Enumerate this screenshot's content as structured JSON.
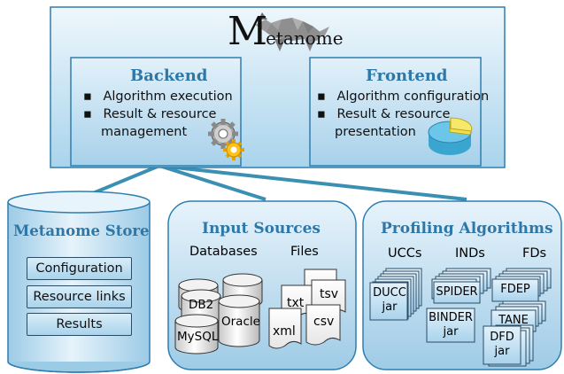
{
  "app": {
    "title_initial": "M",
    "title_rest": "etanome"
  },
  "backend": {
    "title": "Backend",
    "items": [
      "Algorithm execution",
      "Result & resource",
      "management"
    ],
    "icon": "gears-icon"
  },
  "frontend": {
    "title": "Frontend",
    "items": [
      "Algorithm configuration",
      "Result & resource",
      "presentation"
    ],
    "icon": "pie-chart-icon"
  },
  "store": {
    "title": "Metanome Store",
    "items": [
      "Configuration",
      "Resource links",
      "Results"
    ]
  },
  "input_sources": {
    "title": "Input Sources",
    "databases_label": "Databases",
    "files_label": "Files",
    "databases": [
      "DB2",
      "Oracle",
      "MySQL"
    ],
    "files": [
      "txt",
      "tsv",
      "xml",
      "csv"
    ]
  },
  "profiling": {
    "title": "Profiling Algorithms",
    "columns": [
      "UCCs",
      "INDs",
      "FDs"
    ],
    "algorithms": {
      "ducc": [
        "DUCC",
        "jar"
      ],
      "spider": "SPIDER",
      "binder": [
        "BINDER",
        "jar"
      ],
      "fdep": "FDEP",
      "tane": "TANE",
      "dfd": [
        "DFD",
        "jar"
      ]
    }
  },
  "colors": {
    "accent": "#2f77a7",
    "connector": "#3a8fb3",
    "panel_light": "#e4f2fa",
    "panel_dark": "#a8d2ea"
  }
}
